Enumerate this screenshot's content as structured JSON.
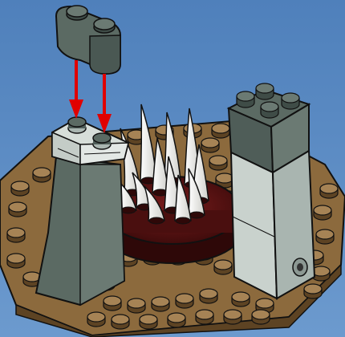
{
  "scene": {
    "colors": {
      "background_top": "#4f80bb",
      "background_bottom": "#6c9ace",
      "baseplate": "#8c6a3d",
      "baseplate_dark": "#5d4323",
      "stud_top": "#a68355",
      "lava": "#5a1414",
      "lava_dark": "#2e0808",
      "spike": "#f2f2ee",
      "wall_dark_gray": "#5b6a63",
      "wall_light_gray": "#d7ded9",
      "tower_light": "#c9d2cd",
      "tower_mid": "#a9b5b0",
      "brick_dark": "#4f5d58",
      "arrow": "#e00000",
      "outline": "#111111"
    },
    "parts": {
      "floating_brick": "dark-gray-1x2-rounded-brick",
      "pillar_left": "dark-gray-slope-wall",
      "tower_right": "light-gray-2x2-tower",
      "spikes": "white-tooth-spikes",
      "arrows": "red-assembly-arrows"
    }
  }
}
